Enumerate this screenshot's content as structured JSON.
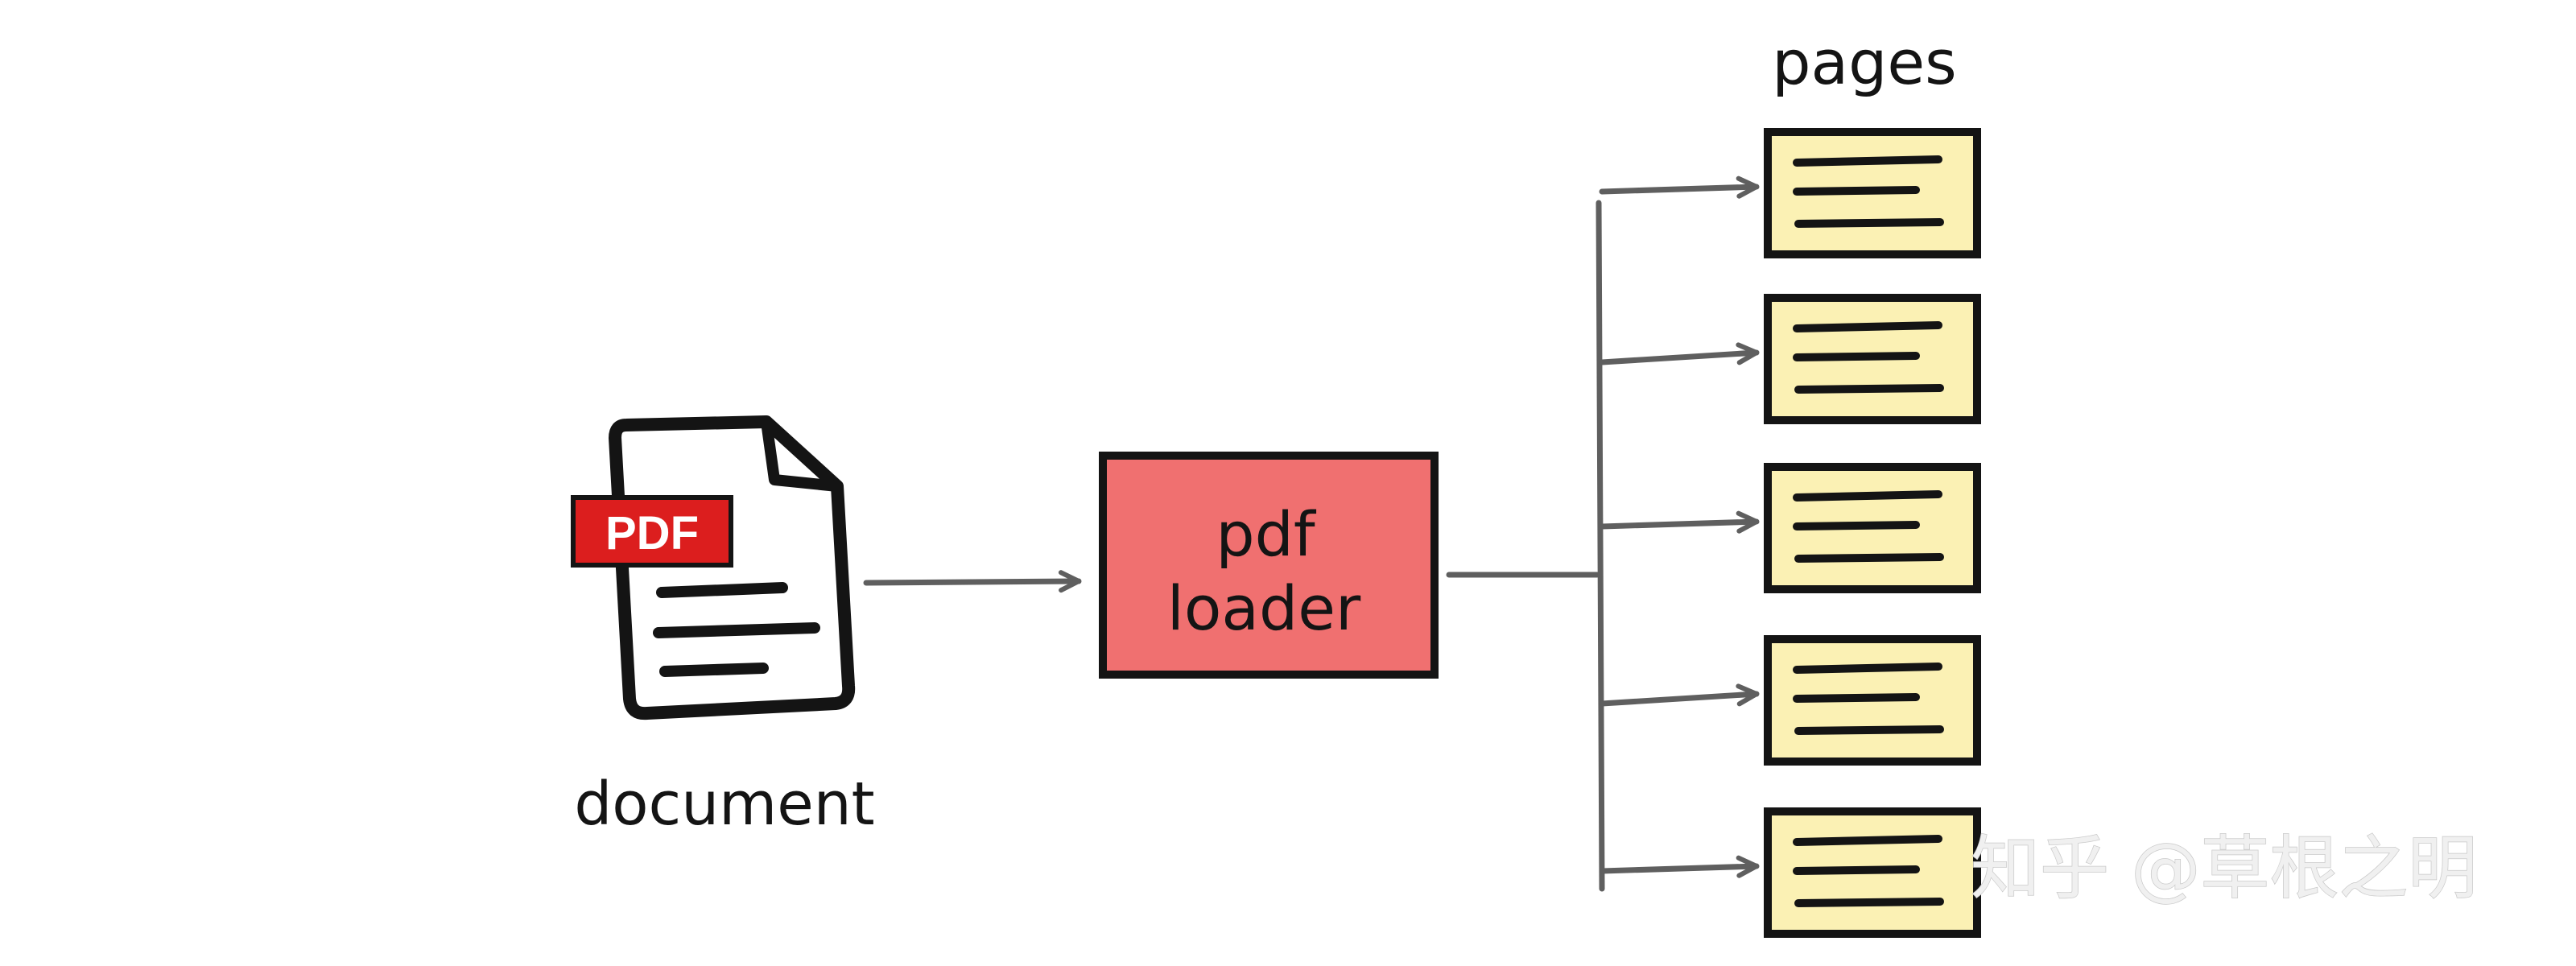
{
  "document_label": "document",
  "pdf_badge": "PDF",
  "loader_label_line1": "pdf",
  "loader_label_line2": "loader",
  "pages_label": "pages",
  "page_count": 5,
  "watermark": "知乎 @草根之明",
  "colors": {
    "ink": "#141414",
    "arrow": "#5f5f5f",
    "loader_fill": "#f07070",
    "page_fill": "#fbf1b4",
    "badge_red": "#dc1e1e"
  },
  "icons": [
    "pdf-document-icon",
    "arrow-icon"
  ]
}
